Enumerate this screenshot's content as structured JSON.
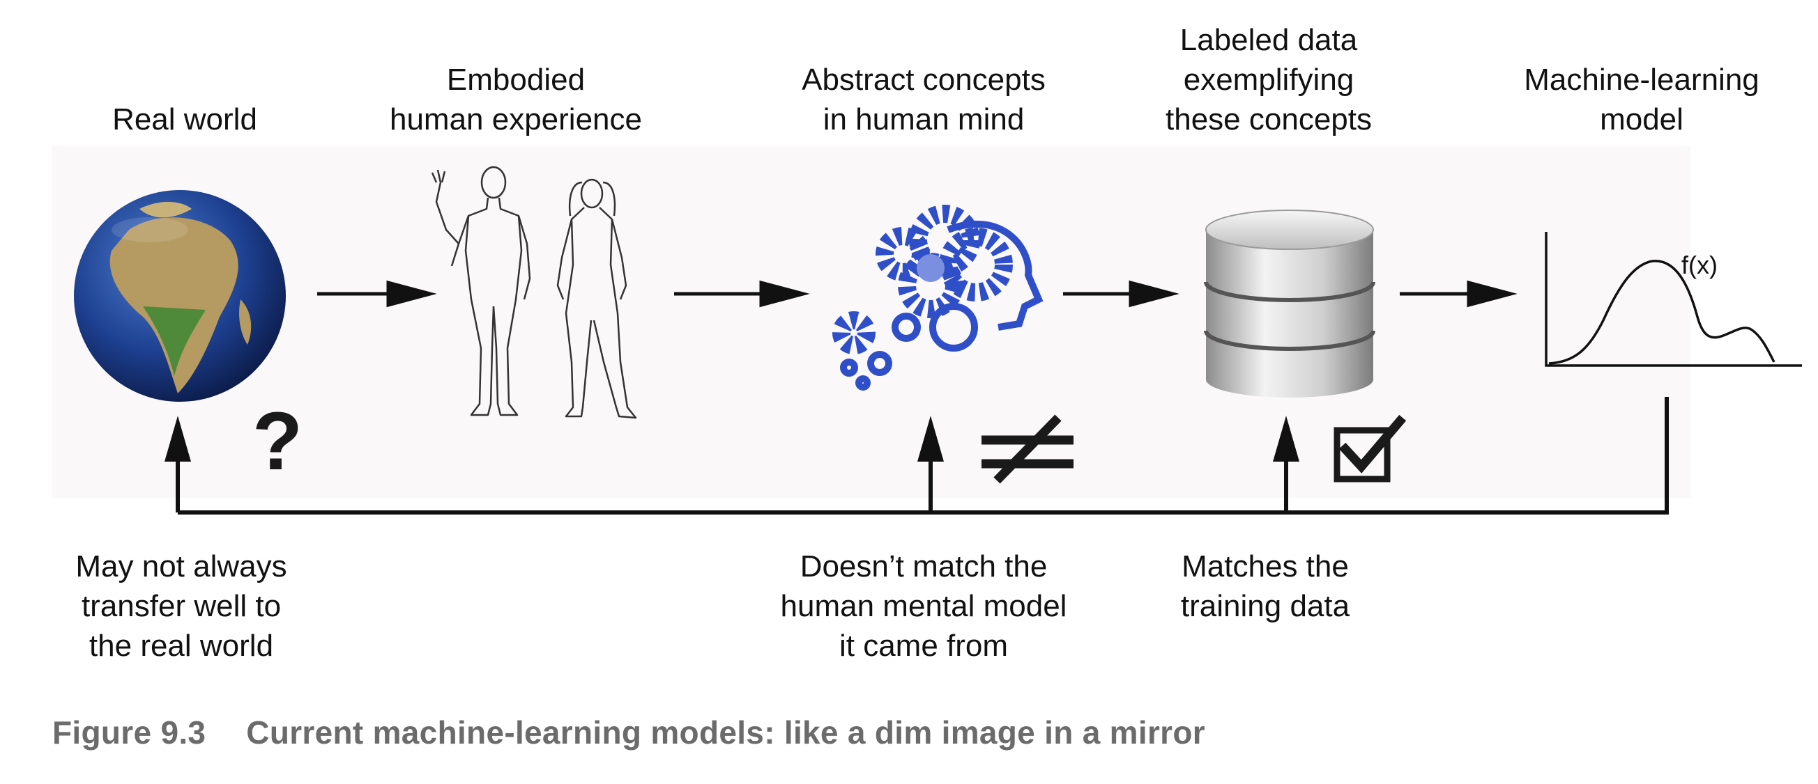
{
  "stages": [
    {
      "id": "real-world",
      "lines": [
        "Real world"
      ]
    },
    {
      "id": "human-experience",
      "lines": [
        "Embodied",
        "human experience"
      ]
    },
    {
      "id": "abstract-concepts",
      "lines": [
        "Abstract concepts",
        "in human mind"
      ]
    },
    {
      "id": "labeled-data",
      "lines": [
        "Labeled data",
        "exemplifying",
        "these concepts"
      ]
    },
    {
      "id": "ml-model",
      "lines": [
        "Machine-learning",
        "model"
      ]
    }
  ],
  "feedback": [
    {
      "id": "real-world",
      "lines": [
        "May not always",
        "transfer well to",
        "the real world"
      ],
      "symbol": "?"
    },
    {
      "id": "mental-model",
      "lines": [
        "Doesn’t match the",
        "human mental model",
        "it came from"
      ],
      "symbol": "≠"
    },
    {
      "id": "training-data",
      "lines": [
        "Matches the",
        "training data"
      ],
      "symbol": "☑"
    }
  ],
  "plot_label": "f(x)",
  "caption": {
    "number": "Figure 9.3",
    "text": "Current machine-learning models: like a dim image in a mirror"
  },
  "colors": {
    "globe_ocean": "#1d3f8f",
    "globe_land": "#b59a62",
    "gear_blue": "#2f4fc8",
    "database_gray": "#bdbdbd",
    "caption_gray": "#6b6b6b"
  }
}
